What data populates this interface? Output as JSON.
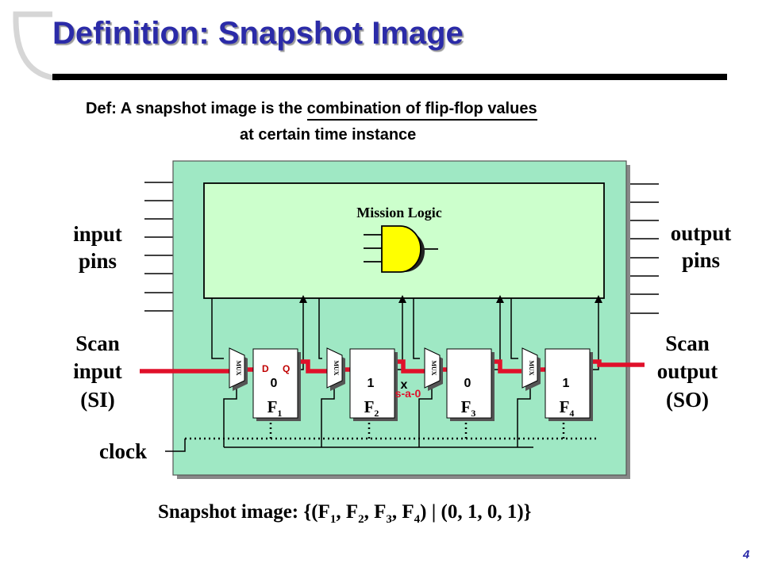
{
  "slide": {
    "title": "Definition: Snapshot Image",
    "definition": {
      "prefix": "Def: A snapshot image is the ",
      "highlight": "combination of flip-flop values",
      "line2": "at certain time instance"
    },
    "page_number": "4"
  },
  "diagram": {
    "mission_logic_label": "Mission Logic",
    "input_pins_label": [
      "input",
      "pins"
    ],
    "output_pins_label": [
      "output",
      "pins"
    ],
    "scan_input_label": [
      "Scan",
      "input",
      "(SI)"
    ],
    "scan_output_label": [
      "Scan",
      "output",
      "(SO)"
    ],
    "clock_label": "clock",
    "mux_label": "MUX",
    "d_label": "D",
    "q_label": "Q",
    "fault_marker": "x",
    "fault_label": "s-a-0",
    "flip_flops": [
      {
        "letter": "F",
        "index": "1",
        "value": "0"
      },
      {
        "letter": "F",
        "index": "2",
        "value": "1"
      },
      {
        "letter": "F",
        "index": "3",
        "value": "0"
      },
      {
        "letter": "F",
        "index": "4",
        "value": "1"
      }
    ],
    "snapshot": {
      "prefix": "Snapshot image: {(",
      "items": [
        {
          "letter": "F",
          "index": "1"
        },
        {
          "letter": "F",
          "index": "2"
        },
        {
          "letter": "F",
          "index": "3"
        },
        {
          "letter": "F",
          "index": "4"
        }
      ],
      "values": "(0, 1, 0, 1)}"
    }
  },
  "colors": {
    "title": "#2b2ba8",
    "chip_fill": "#9fe8c4",
    "mission_logic_fill": "#ccffcc",
    "scan_chain": "#e0102a",
    "fault": "#e0102a",
    "flip_flop_fill": "#ffffff"
  }
}
